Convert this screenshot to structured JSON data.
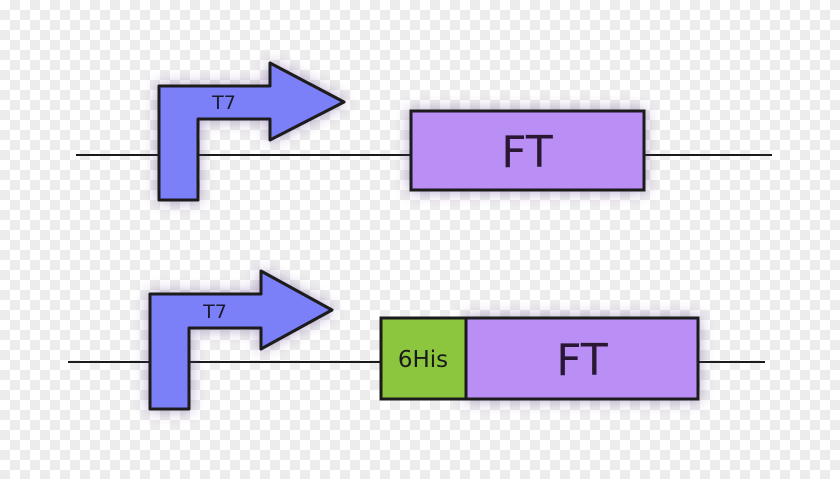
{
  "constructs": [
    {
      "promoter": {
        "label": "T7"
      },
      "parts": [
        {
          "label": "FT"
        }
      ]
    },
    {
      "promoter": {
        "label": "T7"
      },
      "parts": [
        {
          "label": "6His"
        },
        {
          "label": "FT"
        }
      ]
    }
  ],
  "colors": {
    "promoter": "#7b80f8",
    "gene": "#b98ef5",
    "tag": "#8cc63f",
    "outline": "#1a1a1a",
    "backbone": "#1a1a1a"
  }
}
